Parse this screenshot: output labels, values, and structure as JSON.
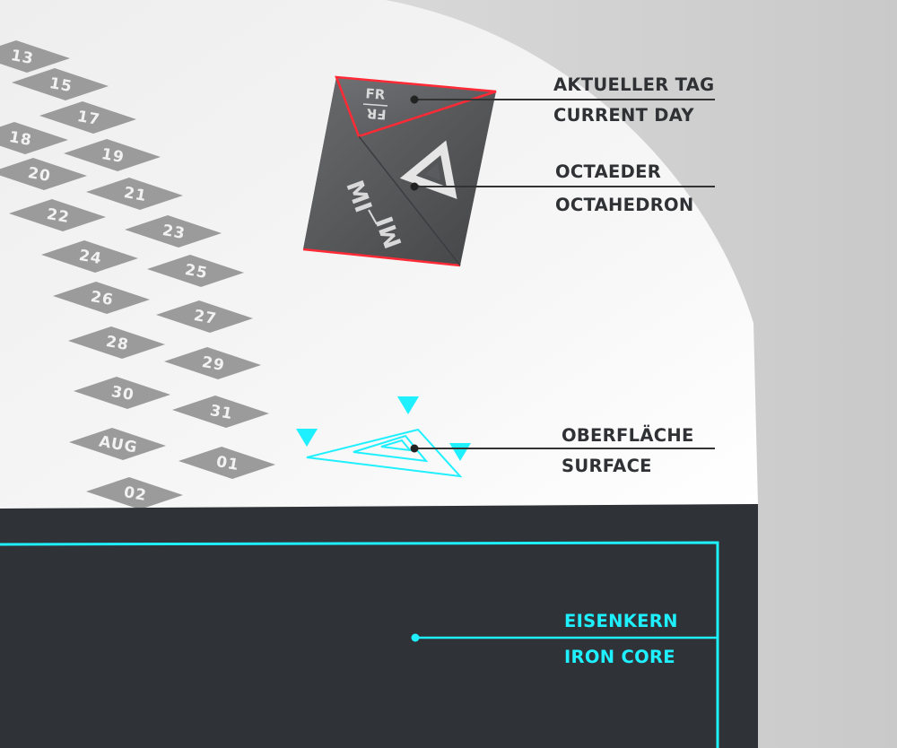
{
  "colors": {
    "accent_cyan": "#1ff0ff",
    "accent_red": "#ff2a36",
    "accent_purple": "#9b30ff",
    "core_fill": "#2f3337",
    "surface_fill": "#f2f2f2",
    "tile_fill": "#9b9b9b",
    "text_dark": "#2f3134"
  },
  "calendar_tiles": [
    "13",
    "15",
    "17",
    "18",
    "19",
    "20",
    "21",
    "22",
    "23",
    "24",
    "25",
    "26",
    "27",
    "28",
    "29",
    "30",
    "31",
    "AUG",
    "01",
    "02"
  ],
  "octahedron": {
    "top_face_upper": "FR",
    "top_face_lower": "FR",
    "main_face_upper": "MI",
    "main_face_lower": "MI",
    "symbol_icon": "triangle-logo-icon"
  },
  "labels": {
    "current_day_de": "AKTUELLER TAG",
    "current_day_en": "CURRENT DAY",
    "octahedron_de": "OCTAEDER",
    "octahedron_en": "OCTAHEDRON",
    "surface_de": "OBERFLÄCHE",
    "surface_en": "SURFACE",
    "core_de": "EISENKERN",
    "core_en": "IRON CORE"
  }
}
